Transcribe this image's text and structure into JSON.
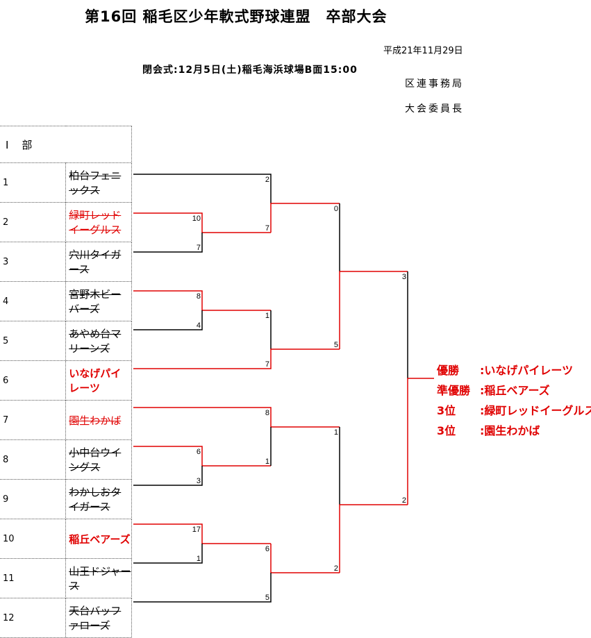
{
  "title": "第16回 稲毛区少年軟式野球連盟　卒部大会",
  "date": "平成21年11月29日",
  "ceremony": "閉会式:12月5日(土)稲毛海浜球場B面15:00",
  "office": "区連事務局",
  "chair": "大会委員長",
  "division": "Ⅰ　部",
  "teams": [
    {
      "num": "1",
      "name": "柏台フェニックス"
    },
    {
      "num": "2",
      "name": "緑町レッドイーグルス"
    },
    {
      "num": "3",
      "name": "穴川タイガース"
    },
    {
      "num": "4",
      "name": "宮野木ビーバーズ"
    },
    {
      "num": "5",
      "name": "あやめ台マリーンズ"
    },
    {
      "num": "6",
      "name": "いなげパイレーツ"
    },
    {
      "num": "7",
      "name": "園生わかば"
    },
    {
      "num": "8",
      "name": "小中台ウイングス"
    },
    {
      "num": "9",
      "name": "わかしおタイガース"
    },
    {
      "num": "10",
      "name": "稲丘ベアーズ"
    },
    {
      "num": "11",
      "name": "山王ドジャース"
    },
    {
      "num": "12",
      "name": "天台バッファローズ"
    }
  ],
  "scores": {
    "r1_2v3": [
      "10",
      "7"
    ],
    "r1_4v5": [
      "8",
      "4"
    ],
    "r1_8v9": [
      "6",
      "3"
    ],
    "r1_10v11": [
      "17",
      "1"
    ],
    "r2_1vW23": [
      "2",
      "7"
    ],
    "r2_W45v6": [
      "1",
      "7"
    ],
    "r2_7vW89": [
      "8",
      "1"
    ],
    "r2_W1011v12": [
      "6",
      "5"
    ],
    "semi_top": [
      "0",
      "5"
    ],
    "semi_bottom": [
      "1",
      "2"
    ],
    "final": [
      "3",
      "2"
    ]
  },
  "results": [
    {
      "rank": "優勝",
      "team": ":いなげパイレーツ"
    },
    {
      "rank": "準優勝",
      "team": ":稲丘ベアーズ"
    },
    {
      "rank": "3位",
      "team": ":緑町レッドイーグルス"
    },
    {
      "rank": "3位",
      "team": ":園生わかば"
    }
  ],
  "colors": {
    "winner_line": "#e00000",
    "loser_line": "#000000",
    "result_text": "#e00000"
  }
}
